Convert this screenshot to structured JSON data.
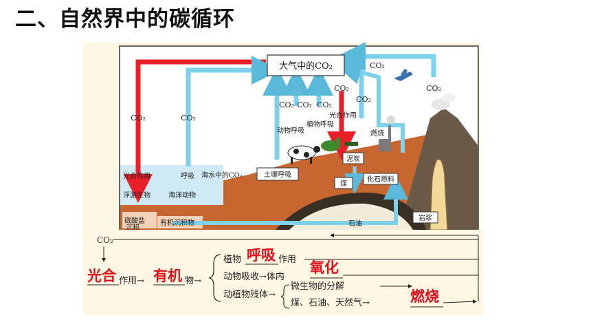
{
  "title": "二、自然界中的碳循环",
  "diagram": {
    "atmosphere": "大气中的CO₂",
    "co2": "CO₂",
    "ocean_water_co2": "海水中的CO₂",
    "photosynthesis_sea": "光合作用",
    "respiration_sea": "呼吸",
    "plankton": "浮游生物",
    "marine_animals": "海洋动物",
    "carbonate": "碳酸盐",
    "sediment": "沉积",
    "organic_sediment": "有机沉积物",
    "soil_respiration": "土壤呼吸",
    "animal_respiration": "动物呼吸",
    "plant_respiration": "植物呼吸",
    "photosynthesis_land": "光合作用",
    "combustion": "燃烧",
    "peat": "泥炭",
    "coal": "煤",
    "fossil_fuel": "化石燃料",
    "petroleum": "石油",
    "magma": "岩浆",
    "colors": {
      "red_arrow": "#e8202a",
      "blue_arrow": "#7fd0ea",
      "soil": "#c8662f",
      "sea": "#cfeaf4",
      "dark_rock": "#5b4a3a"
    }
  },
  "summary": {
    "co2": "CO₂",
    "answer_photosynthesis": "光合",
    "zuoyong": "作用→",
    "answer_organic": "有机",
    "wu": "物→",
    "plant": "植物",
    "answer_respiration": "呼吸",
    "zuoyong2": "作用",
    "animal_absorb": "动物吸收→体内",
    "answer_oxidation": "氧化",
    "remains": "动植物残体→",
    "microbe": "微生物的分解",
    "fossils": "煤、石油、天然气→",
    "answer_combustion": "燃烧"
  }
}
